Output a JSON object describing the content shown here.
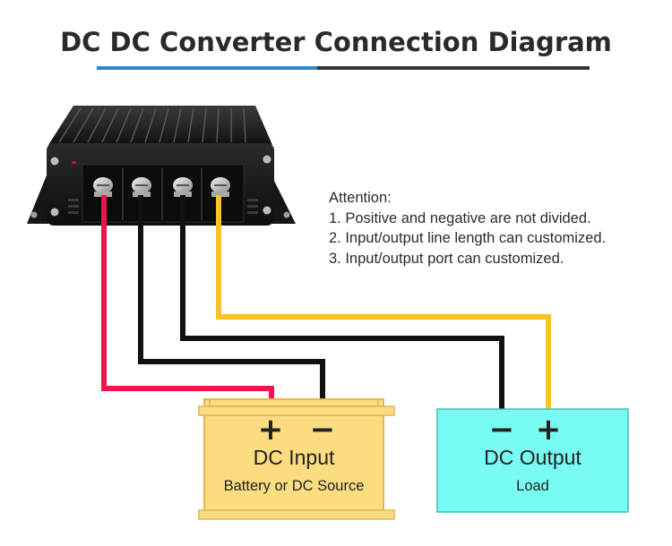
{
  "title": "DC DC Converter Connection Diagram",
  "attention": {
    "heading": "Attention:",
    "items": [
      "1. Positive and negative are not divided.",
      "2. Input/output line length can customized.",
      "3. Input/output port can customized."
    ]
  },
  "input_box": {
    "plus": "+",
    "minus": "−",
    "title": "DC Input",
    "subtitle": "Battery or DC Source",
    "color": "#fbdc80"
  },
  "output_box": {
    "minus": "−",
    "plus": "+",
    "title": "DC Output",
    "subtitle": "Load",
    "color": "#78fbf2"
  },
  "wire_colors": {
    "red": "#f0134e",
    "black": "#111111",
    "yellow": "#f7c12a"
  }
}
